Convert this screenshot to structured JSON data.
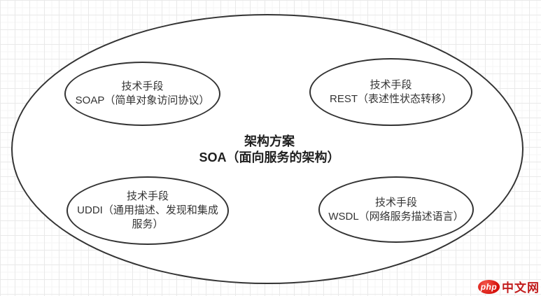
{
  "diagram": {
    "center": {
      "line1": "架构方案",
      "line2": "SOA（面向服务的架构）"
    },
    "nodes": [
      {
        "id": "soap",
        "title": "技术手段",
        "label": "SOAP（简单对象访问协议）"
      },
      {
        "id": "rest",
        "title": "技术手段",
        "label": "REST（表述性状态转移）"
      },
      {
        "id": "uddi",
        "title": "技术手段",
        "label": "UDDI（通用描述、发现和集成服务）"
      },
      {
        "id": "wsdl",
        "title": "技术手段",
        "label": "WSDL（网络服务描述语言）"
      }
    ]
  },
  "watermark": {
    "badge": "php",
    "site": "中文网"
  },
  "colors": {
    "stroke": "#333333",
    "text": "#333333",
    "grid_major": "#e9e9e9",
    "grid_minor": "#f5f5f5",
    "logo_red": "#d6120d",
    "logo_text_red": "#c21d1d",
    "background": "#ffffff"
  }
}
